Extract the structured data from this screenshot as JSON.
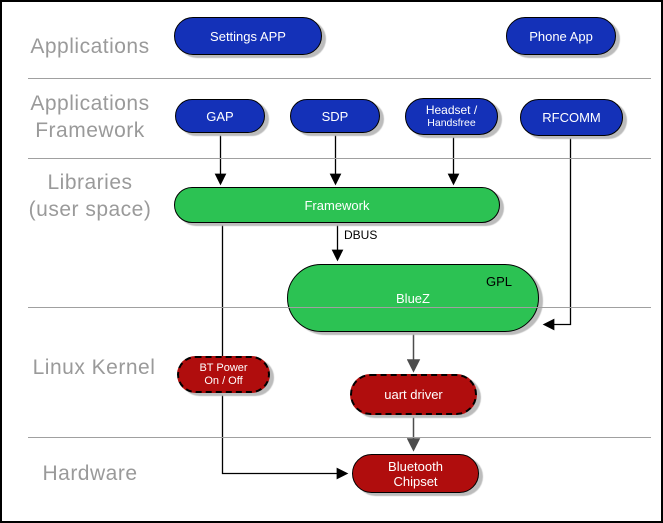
{
  "colors": {
    "app_blue": "#1431b8",
    "lib_green": "#2cc253",
    "kernel_red": "#b00d0d",
    "label_gray": "#9a9a9a",
    "divider_gray": "#a0a0a0",
    "shadow_gray": "#bcbcbc",
    "line_black": "#000000",
    "line_gray": "#4d4d4d"
  },
  "layers": {
    "applications": "Applications",
    "app_framework_line1": "Applications",
    "app_framework_line2": "Framework",
    "libraries_line1": "Libraries",
    "libraries_line2": "(user space)",
    "linux_kernel": "Linux Kernel",
    "hardware": "Hardware"
  },
  "nodes": {
    "settings_app": "Settings APP",
    "phone_app": "Phone App",
    "gap": "GAP",
    "sdp": "SDP",
    "headset_line1": "Headset /",
    "headset_line2": "Handsfree",
    "rfcomm": "RFCOMM",
    "framework": "Framework",
    "bluez": "BlueZ",
    "bluez_tag": "GPL",
    "bt_power_line1": "BT Power",
    "bt_power_line2": "On / Off",
    "uart_driver": "uart driver",
    "chipset_line1": "Bluetooth",
    "chipset_line2": "Chipset"
  },
  "annotations": {
    "dbus": "DBUS"
  }
}
